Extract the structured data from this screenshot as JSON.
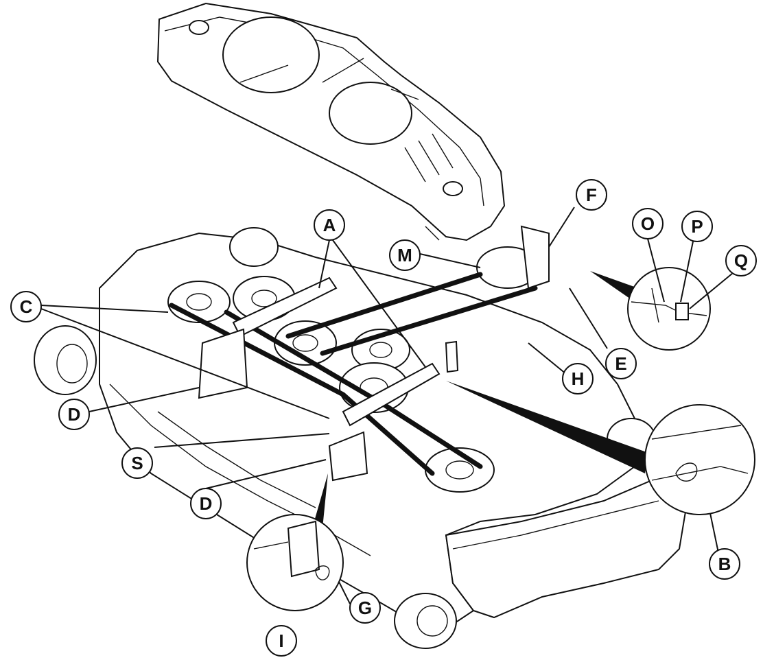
{
  "colors": {
    "ink": "#111111",
    "paper": "#ffffff"
  },
  "callouts": [
    {
      "id": "A",
      "label": "A"
    },
    {
      "id": "B",
      "label": "B"
    },
    {
      "id": "C",
      "label": "C"
    },
    {
      "id": "D1",
      "label": "D"
    },
    {
      "id": "D2",
      "label": "D"
    },
    {
      "id": "E",
      "label": "E"
    },
    {
      "id": "F",
      "label": "F"
    },
    {
      "id": "G",
      "label": "G"
    },
    {
      "id": "H",
      "label": "H"
    },
    {
      "id": "I",
      "label": "I"
    },
    {
      "id": "M",
      "label": "M"
    },
    {
      "id": "O",
      "label": "O"
    },
    {
      "id": "P",
      "label": "P"
    },
    {
      "id": "Q",
      "label": "Q"
    },
    {
      "id": "S",
      "label": "S"
    }
  ]
}
